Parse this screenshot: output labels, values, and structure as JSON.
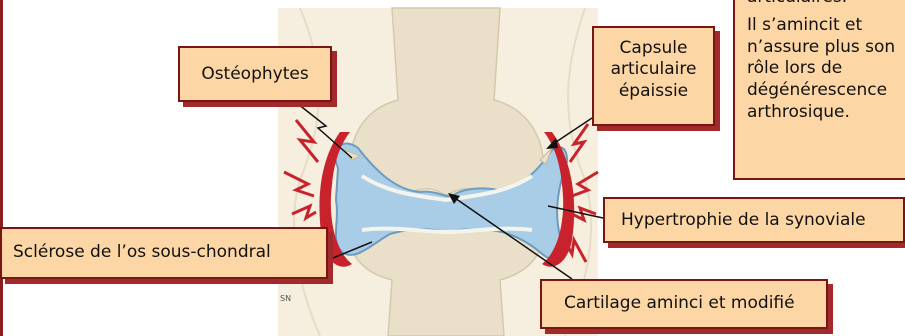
{
  "labels": {
    "osteophytes": "Ostéophytes",
    "capsule": "Capsule\narticulaire\népaissie",
    "sclerose": "Sclérose de l’os sous-chondral",
    "hypertrophie": "Hypertrophie de la synoviale",
    "cartilage": "Cartilage aminci et modifié"
  },
  "note": {
    "top_partial": "articulaires.",
    "body": "Il s’amincit et\nn’assure plus son\nrôle lors de\ndégénérescence\narthrosique."
  },
  "credit": "SN",
  "colors": {
    "box_fill": "#fcd6a4",
    "box_border": "#7a1515",
    "synovial_fluid": "#a9cde6",
    "capsule_red": "#c8232c"
  }
}
